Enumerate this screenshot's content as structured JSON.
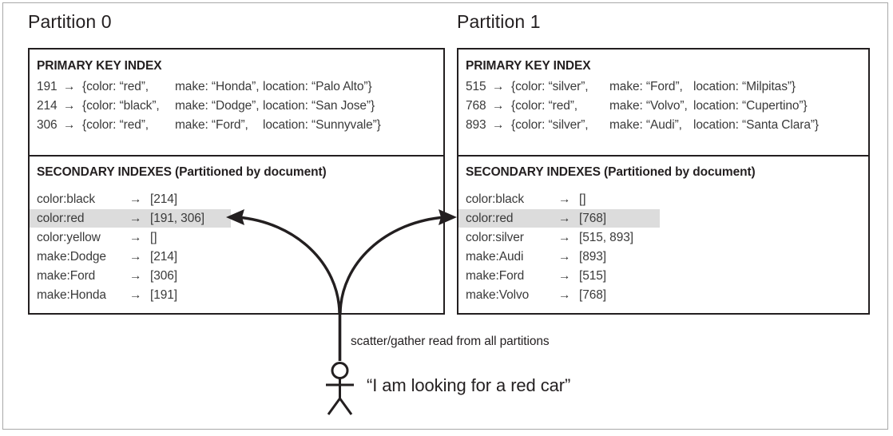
{
  "diagram": {
    "annotation": "scatter/gather read from all partitions",
    "user_quote": "“I am looking for a red car”",
    "highlight_color": "#dcdcdc",
    "line_color": "#231f20"
  },
  "partitions": [
    {
      "title": "Partition 0",
      "primary_header": "PRIMARY KEY INDEX",
      "secondary_header": "SECONDARY INDEXES (Partitioned by document)",
      "primary_rows": [
        {
          "key": "191",
          "arrow": "→",
          "color": "{color: “red”,",
          "make": "make: “Honda”,",
          "location": "location: “Palo Alto”}"
        },
        {
          "key": "214",
          "arrow": "→",
          "color": "{color: “black”,",
          "make": "make: “Dodge”,",
          "location": "location: “San Jose”}"
        },
        {
          "key": "306",
          "arrow": "→",
          "color": "{color: “red”,",
          "make": "make: “Ford”,",
          "location": "location: “Sunnyvale”}"
        }
      ],
      "secondary_rows": [
        {
          "label": "color:black",
          "arrow": "→",
          "value": "[214]",
          "highlighted": false
        },
        {
          "label": "color:red",
          "arrow": "→",
          "value": "[191, 306]",
          "highlighted": true
        },
        {
          "label": "color:yellow",
          "arrow": "→",
          "value": "[]",
          "highlighted": false
        },
        {
          "label": "make:Dodge",
          "arrow": "→",
          "value": "[214]",
          "highlighted": false
        },
        {
          "label": "make:Ford",
          "arrow": "→",
          "value": "[306]",
          "highlighted": false
        },
        {
          "label": "make:Honda",
          "arrow": "→",
          "value": "[191]",
          "highlighted": false
        }
      ]
    },
    {
      "title": "Partition 1",
      "primary_header": "PRIMARY KEY INDEX",
      "secondary_header": "SECONDARY INDEXES (Partitioned by document)",
      "primary_rows": [
        {
          "key": "515",
          "arrow": "→",
          "color": "{color: “silver”,",
          "make": "make: “Ford”,",
          "location": "location: “Milpitas”}"
        },
        {
          "key": "768",
          "arrow": "→",
          "color": "{color: “red”,",
          "make": "make: “Volvo”,",
          "location": "location: “Cupertino”}"
        },
        {
          "key": "893",
          "arrow": "→",
          "color": "{color: “silver”,",
          "make": "make: “Audi”,",
          "location": "location: “Santa Clara”}"
        }
      ],
      "secondary_rows": [
        {
          "label": "color:black",
          "arrow": "→",
          "value": "[]",
          "highlighted": false
        },
        {
          "label": "color:red",
          "arrow": "→",
          "value": "[768]",
          "highlighted": true
        },
        {
          "label": "color:silver",
          "arrow": "→",
          "value": "[515, 893]",
          "highlighted": false
        },
        {
          "label": "make:Audi",
          "arrow": "→",
          "value": "[893]",
          "highlighted": false
        },
        {
          "label": "make:Ford",
          "arrow": "→",
          "value": "[515]",
          "highlighted": false
        },
        {
          "label": "make:Volvo",
          "arrow": "→",
          "value": "[768]",
          "highlighted": false
        }
      ]
    }
  ]
}
